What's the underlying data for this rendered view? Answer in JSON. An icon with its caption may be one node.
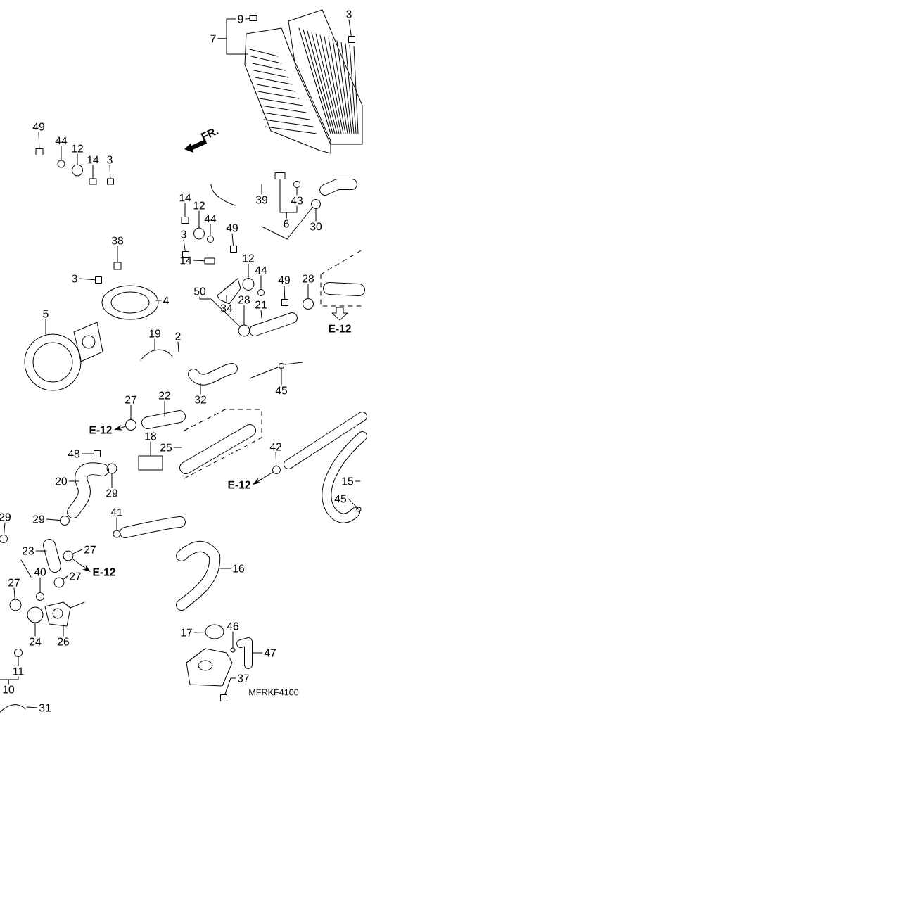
{
  "diagram": {
    "nodes": [
      {
        "text": [
          "9"
        ]
      },
      {
        "text": [
          "7"
        ]
      },
      {
        "text": [
          "3"
        ]
      },
      {
        "text": [
          "49"
        ]
      },
      {
        "text": [
          "44"
        ]
      },
      {
        "text": [
          "12"
        ]
      },
      {
        "text": [
          "14"
        ]
      },
      {
        "text": [
          "3"
        ]
      },
      {
        "text": [
          "14"
        ]
      },
      {
        "text": [
          "12"
        ]
      },
      {
        "text": [
          "39"
        ]
      },
      {
        "text": [
          "43"
        ]
      },
      {
        "text": [
          "6"
        ]
      },
      {
        "text": [
          "44"
        ]
      },
      {
        "text": [
          "30"
        ]
      },
      {
        "text": [
          "49"
        ]
      },
      {
        "text": [
          "38"
        ]
      },
      {
        "text": [
          "3"
        ]
      },
      {
        "text": [
          "3"
        ]
      },
      {
        "text": [
          "14"
        ]
      },
      {
        "text": [
          "12"
        ]
      },
      {
        "text": [
          "44"
        ]
      },
      {
        "text": [
          "49"
        ]
      },
      {
        "text": [
          "28"
        ]
      },
      {
        "text": [
          "50"
        ]
      },
      {
        "text": [
          "4"
        ]
      },
      {
        "text": [
          "34"
        ]
      },
      {
        "text": [
          "28"
        ]
      },
      {
        "text": [
          "21"
        ]
      },
      {
        "text": [
          "5"
        ]
      },
      {
        "text": [
          "19"
        ]
      },
      {
        "text": [
          "2"
        ]
      },
      {
        "text": [
          "32"
        ]
      },
      {
        "text": [
          "45"
        ]
      },
      {
        "text": [
          "27"
        ]
      },
      {
        "text": [
          "22"
        ]
      },
      {
        "text": [
          "E-12"
        ]
      },
      {
        "text": [
          "18"
        ]
      },
      {
        "text": [
          "48"
        ]
      },
      {
        "text": [
          "25"
        ]
      },
      {
        "text": [
          "42"
        ]
      },
      {
        "text": [
          "20"
        ]
      },
      {
        "text": [
          "29"
        ]
      },
      {
        "text": [
          "E-12"
        ]
      },
      {
        "text": [
          "15"
        ]
      },
      {
        "text": [
          "45"
        ]
      },
      {
        "text": [
          "41"
        ]
      },
      {
        "text": [
          "29"
        ]
      },
      {
        "text": [
          "29"
        ]
      },
      {
        "text": [
          "23"
        ]
      },
      {
        "text": [
          "27"
        ]
      },
      {
        "text": [
          "E-12"
        ]
      },
      {
        "text": [
          "40"
        ]
      },
      {
        "text": [
          "27"
        ]
      },
      {
        "text": [
          "27"
        ]
      },
      {
        "text": [
          "16"
        ]
      },
      {
        "text": [
          "17"
        ]
      },
      {
        "text": [
          "46"
        ]
      },
      {
        "text": [
          "24"
        ]
      },
      {
        "text": [
          "26"
        ]
      },
      {
        "text": [
          "47"
        ]
      },
      {
        "text": [
          "11"
        ]
      },
      {
        "text": [
          "37"
        ]
      },
      {
        "text": [
          "10"
        ]
      },
      {
        "text": [
          "31"
        ]
      },
      {
        "text": [],
        "shape": "box"
      },
      {
        "text": [],
        "shape": "box"
      },
      {
        "text": [],
        "shape": "box"
      },
      {
        "text": [],
        "shape": "circle"
      },
      {
        "text": [],
        "shape": "circle"
      },
      {
        "text": [],
        "shape": "box"
      },
      {
        "text": [],
        "shape": "box"
      },
      {
        "text": [],
        "shape": "box"
      },
      {
        "text": [],
        "shape": "circle"
      },
      {
        "text": [],
        "shape": "circle"
      },
      {
        "text": [],
        "shape": "circle"
      },
      {
        "text": [],
        "shape": "circle"
      },
      {
        "text": [],
        "shape": "box"
      },
      {
        "text": [],
        "shape": "box"
      },
      {
        "text": [],
        "shape": "box"
      },
      {
        "text": [],
        "shape": "box"
      },
      {
        "text": [],
        "shape": "box"
      },
      {
        "text": [],
        "shape": "circle"
      },
      {
        "text": [],
        "shape": "circle"
      },
      {
        "text": [],
        "shape": "box"
      },
      {
        "text": [],
        "shape": "circle"
      },
      {
        "text": [],
        "shape": "circle"
      },
      {
        "text": [],
        "shape": "circle"
      },
      {
        "text": [],
        "shape": "circle"
      },
      {
        "text": [],
        "shape": "box"
      },
      {
        "text": [],
        "shape": "box"
      },
      {
        "text": [],
        "shape": "circle"
      },
      {
        "text": [],
        "shape": "circle"
      },
      {
        "text": [],
        "shape": "circle"
      },
      {
        "text": [],
        "shape": "circle"
      },
      {
        "text": [],
        "shape": "circle"
      },
      {
        "text": [],
        "shape": "circle"
      },
      {
        "text": [],
        "shape": "circle"
      },
      {
        "text": [],
        "shape": "circle"
      },
      {
        "text": [],
        "shape": "circle"
      },
      {
        "text": [],
        "shape": "circle"
      },
      {
        "text": [],
        "shape": "circle"
      },
      {
        "text": [],
        "shape": "circle"
      },
      {
        "text": [],
        "shape": "circle"
      },
      {
        "text": [],
        "shape": "circle"
      },
      {
        "text": [],
        "shape": "box"
      },
      {
        "text": [],
        "shape": "box"
      }
    ],
    "edges": [
      {
        "from": 0,
        "to": 65,
        "arrow": "none"
      },
      {
        "from": 1,
        "to": null,
        "arrow": "none"
      },
      {
        "from": 2,
        "to": 66,
        "arrow": "none"
      },
      {
        "from": 3,
        "to": 67,
        "arrow": "none"
      },
      {
        "from": 4,
        "to": 68,
        "arrow": "none"
      },
      {
        "from": 5,
        "to": 69,
        "arrow": "none"
      },
      {
        "from": 6,
        "to": 70,
        "arrow": "none"
      },
      {
        "from": 7,
        "to": 71,
        "arrow": "none"
      },
      {
        "from": 8,
        "to": 72,
        "arrow": "none"
      },
      {
        "from": 9,
        "to": 73,
        "arrow": "none"
      },
      {
        "from": 10,
        "to": null,
        "arrow": "none"
      },
      {
        "from": 11,
        "to": 74,
        "arrow": "none"
      },
      {
        "from": 12,
        "to": 106,
        "arrow": "none"
      },
      {
        "from": 13,
        "to": 75,
        "arrow": "none"
      },
      {
        "from": 14,
        "to": 76,
        "arrow": "none"
      },
      {
        "from": 15,
        "to": 77,
        "arrow": "none"
      },
      {
        "from": 16,
        "to": 78,
        "arrow": "none"
      },
      {
        "from": 17,
        "to": 79,
        "arrow": "none"
      },
      {
        "from": 18,
        "to": 80,
        "arrow": "none"
      },
      {
        "from": 19,
        "to": 81,
        "arrow": "none"
      },
      {
        "from": 20,
        "to": 82,
        "arrow": "none"
      },
      {
        "from": 21,
        "to": 83,
        "arrow": "none"
      },
      {
        "from": 22,
        "to": 84,
        "arrow": "none"
      },
      {
        "from": 23,
        "to": 85,
        "arrow": "none"
      },
      {
        "from": 24,
        "to": 86,
        "arrow": "none"
      },
      {
        "from": 25,
        "to": null,
        "arrow": "none"
      },
      {
        "from": 26,
        "to": null,
        "arrow": "none"
      },
      {
        "from": 27,
        "to": 86,
        "arrow": "none"
      },
      {
        "from": 28,
        "to": null,
        "arrow": "none"
      },
      {
        "from": 29,
        "to": null,
        "arrow": "none"
      },
      {
        "from": 30,
        "to": null,
        "arrow": "none"
      },
      {
        "from": 31,
        "to": null,
        "arrow": "none"
      },
      {
        "from": 32,
        "to": null,
        "arrow": "none"
      },
      {
        "from": 33,
        "to": 87,
        "arrow": "none"
      },
      {
        "from": 34,
        "to": 88,
        "arrow": "none"
      },
      {
        "from": 35,
        "to": null,
        "arrow": "none"
      },
      {
        "from": 88,
        "to": 36,
        "arrow": "to"
      },
      {
        "from": 37,
        "to": 89,
        "arrow": "none"
      },
      {
        "from": 38,
        "to": 90,
        "arrow": "none"
      },
      {
        "from": 39,
        "to": null,
        "arrow": "none"
      },
      {
        "from": 40,
        "to": 91,
        "arrow": "none"
      },
      {
        "from": 41,
        "to": null,
        "arrow": "none"
      },
      {
        "from": 42,
        "to": 92,
        "arrow": "none"
      },
      {
        "from": 91,
        "to": 43,
        "arrow": "to"
      },
      {
        "from": 44,
        "to": null,
        "arrow": "none"
      },
      {
        "from": 45,
        "to": 93,
        "arrow": "none"
      },
      {
        "from": 46,
        "to": 94,
        "arrow": "none"
      },
      {
        "from": 47,
        "to": 95,
        "arrow": "none"
      },
      {
        "from": 48,
        "to": 96,
        "arrow": "none"
      },
      {
        "from": 49,
        "to": null,
        "arrow": "none"
      },
      {
        "from": 50,
        "to": 97,
        "arrow": "none"
      },
      {
        "from": 97,
        "to": 51,
        "arrow": "to"
      },
      {
        "from": 52,
        "to": 98,
        "arrow": "none"
      },
      {
        "from": 53,
        "to": 99,
        "arrow": "none"
      },
      {
        "from": 54,
        "to": 100,
        "arrow": "none"
      },
      {
        "from": 55,
        "to": null,
        "arrow": "none"
      },
      {
        "from": 56,
        "to": 101,
        "arrow": "none"
      },
      {
        "from": 57,
        "to": 102,
        "arrow": "none"
      },
      {
        "from": 58,
        "to": 103,
        "arrow": "none"
      },
      {
        "from": 59,
        "to": null,
        "arrow": "none"
      },
      {
        "from": 60,
        "to": null,
        "arrow": "none"
      },
      {
        "from": 61,
        "to": 104,
        "arrow": "none"
      },
      {
        "from": 62,
        "to": 105,
        "arrow": "none"
      },
      {
        "from": 63,
        "to": null,
        "arrow": "none"
      },
      {
        "from": 64,
        "to": null,
        "arrow": "none"
      },
      {
        "from": 1,
        "to": 0,
        "arrow": "none"
      },
      {
        "from": 12,
        "to": 11,
        "arrow": "none"
      },
      {
        "from": 63,
        "to": 61,
        "arrow": "none"
      },
      {
        "from": 76,
        "to": null,
        "arrow": "none"
      }
    ],
    "labels": [
      "FR.",
      "E-12",
      "MFRKF4100"
    ]
  }
}
